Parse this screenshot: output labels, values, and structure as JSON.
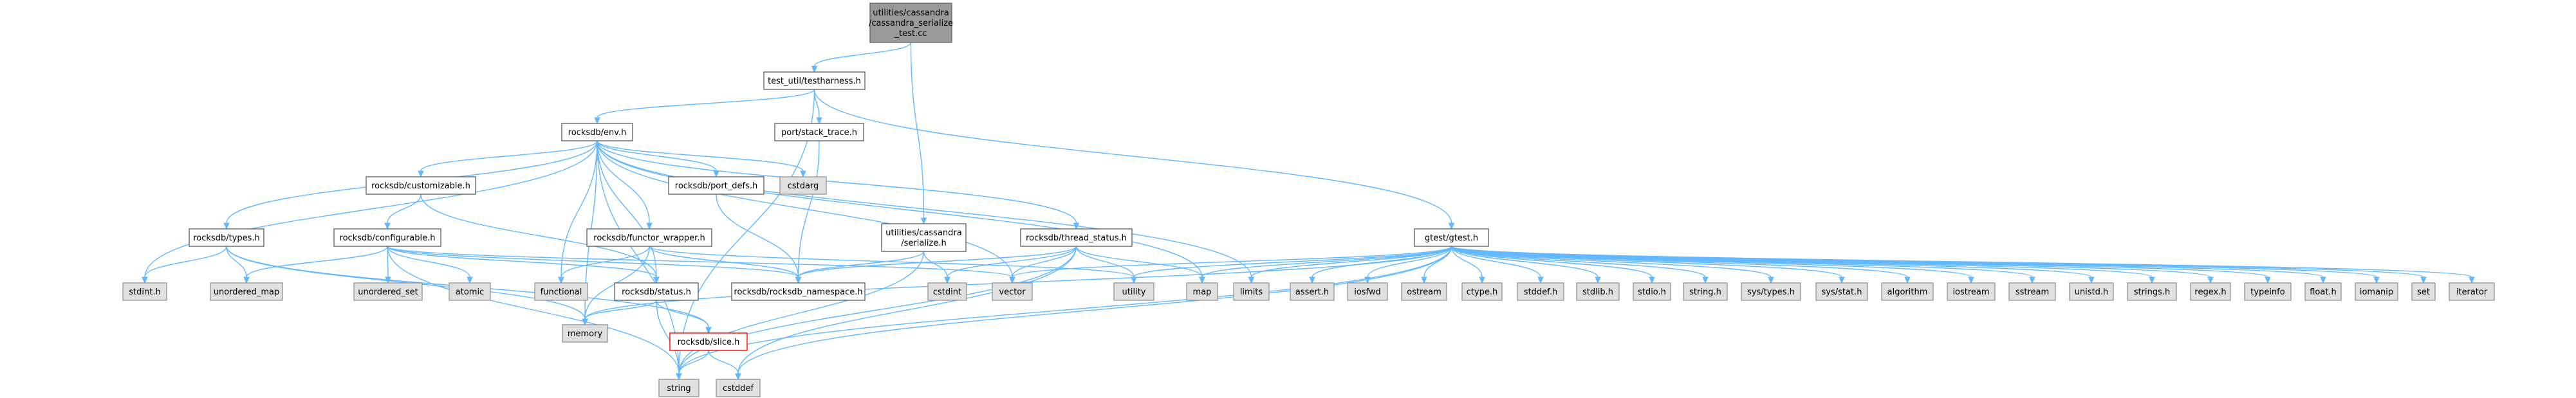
{
  "title": "utilities/cassandra/cassandra_serialize_test.cc",
  "colors": {
    "root_fill": "#999999",
    "root_stroke": "#666666",
    "file_fill": "#ffffff",
    "file_stroke": "#666666",
    "system_fill": "#e0e0e0",
    "system_stroke": "#999999",
    "highlight_stroke": "#ff0000",
    "edge": "#63b8ff",
    "text": "#000000"
  },
  "nodes": [
    {
      "id": "root",
      "lines": [
        "utilities/cassandra",
        "/cassandra_serialize",
        "_test.cc"
      ],
      "kind": "root"
    },
    {
      "id": "testharness",
      "lines": [
        "test_util/testharness.h"
      ],
      "kind": "file"
    },
    {
      "id": "env",
      "lines": [
        "rocksdb/env.h"
      ],
      "kind": "file"
    },
    {
      "id": "stack_trace",
      "lines": [
        "port/stack_trace.h"
      ],
      "kind": "file"
    },
    {
      "id": "gtest",
      "lines": [
        "gtest/gtest.h"
      ],
      "kind": "file"
    },
    {
      "id": "serialize",
      "lines": [
        "utilities/cassandra",
        "/serialize.h"
      ],
      "kind": "file"
    },
    {
      "id": "customizable",
      "lines": [
        "rocksdb/customizable.h"
      ],
      "kind": "file"
    },
    {
      "id": "types",
      "lines": [
        "rocksdb/types.h"
      ],
      "kind": "file"
    },
    {
      "id": "configurable",
      "lines": [
        "rocksdb/configurable.h"
      ],
      "kind": "file"
    },
    {
      "id": "functor_wrapper",
      "lines": [
        "rocksdb/functor_wrapper.h"
      ],
      "kind": "file"
    },
    {
      "id": "port_defs",
      "lines": [
        "rocksdb/port_defs.h"
      ],
      "kind": "file"
    },
    {
      "id": "thread_status",
      "lines": [
        "rocksdb/thread_status.h"
      ],
      "kind": "file"
    },
    {
      "id": "status",
      "lines": [
        "rocksdb/status.h"
      ],
      "kind": "file"
    },
    {
      "id": "namespace",
      "lines": [
        "rocksdb/rocksdb_namespace.h"
      ],
      "kind": "file"
    },
    {
      "id": "slice",
      "lines": [
        "rocksdb/slice.h"
      ],
      "kind": "highlight"
    },
    {
      "id": "cstdarg",
      "lines": [
        "cstdarg"
      ],
      "kind": "system"
    },
    {
      "id": "stdint",
      "lines": [
        "stdint.h"
      ],
      "kind": "system"
    },
    {
      "id": "unordered_map",
      "lines": [
        "unordered_map"
      ],
      "kind": "system"
    },
    {
      "id": "unordered_set",
      "lines": [
        "unordered_set"
      ],
      "kind": "system"
    },
    {
      "id": "atomic",
      "lines": [
        "atomic"
      ],
      "kind": "system"
    },
    {
      "id": "functional",
      "lines": [
        "functional"
      ],
      "kind": "system"
    },
    {
      "id": "memory",
      "lines": [
        "memory"
      ],
      "kind": "system"
    },
    {
      "id": "string",
      "lines": [
        "string"
      ],
      "kind": "system"
    },
    {
      "id": "cstddef",
      "lines": [
        "cstddef"
      ],
      "kind": "system"
    },
    {
      "id": "cstdint",
      "lines": [
        "cstdint"
      ],
      "kind": "system"
    },
    {
      "id": "vector",
      "lines": [
        "vector"
      ],
      "kind": "system"
    },
    {
      "id": "utility",
      "lines": [
        "utility"
      ],
      "kind": "system"
    },
    {
      "id": "map",
      "lines": [
        "map"
      ],
      "kind": "system"
    },
    {
      "id": "limits",
      "lines": [
        "limits"
      ],
      "kind": "system"
    },
    {
      "id": "assert",
      "lines": [
        "assert.h"
      ],
      "kind": "system"
    },
    {
      "id": "iosfwd",
      "lines": [
        "iosfwd"
      ],
      "kind": "system"
    },
    {
      "id": "ostream",
      "lines": [
        "ostream"
      ],
      "kind": "system"
    },
    {
      "id": "ctype",
      "lines": [
        "ctype.h"
      ],
      "kind": "system"
    },
    {
      "id": "stddef",
      "lines": [
        "stddef.h"
      ],
      "kind": "system"
    },
    {
      "id": "stdlib",
      "lines": [
        "stdlib.h"
      ],
      "kind": "system"
    },
    {
      "id": "stdio",
      "lines": [
        "stdio.h"
      ],
      "kind": "system"
    },
    {
      "id": "string_h",
      "lines": [
        "string.h"
      ],
      "kind": "system"
    },
    {
      "id": "sys_types",
      "lines": [
        "sys/types.h"
      ],
      "kind": "system"
    },
    {
      "id": "sys_stat",
      "lines": [
        "sys/stat.h"
      ],
      "kind": "system"
    },
    {
      "id": "algorithm",
      "lines": [
        "algorithm"
      ],
      "kind": "system"
    },
    {
      "id": "iostream",
      "lines": [
        "iostream"
      ],
      "kind": "system"
    },
    {
      "id": "sstream",
      "lines": [
        "sstream"
      ],
      "kind": "system"
    },
    {
      "id": "unistd",
      "lines": [
        "unistd.h"
      ],
      "kind": "system"
    },
    {
      "id": "strings",
      "lines": [
        "strings.h"
      ],
      "kind": "system"
    },
    {
      "id": "regex",
      "lines": [
        "regex.h"
      ],
      "kind": "system"
    },
    {
      "id": "typeinfo",
      "lines": [
        "typeinfo"
      ],
      "kind": "system"
    },
    {
      "id": "float",
      "lines": [
        "float.h"
      ],
      "kind": "system"
    },
    {
      "id": "iomanip",
      "lines": [
        "iomanip"
      ],
      "kind": "system"
    },
    {
      "id": "set",
      "lines": [
        "set"
      ],
      "kind": "system"
    },
    {
      "id": "iterator",
      "lines": [
        "iterator"
      ],
      "kind": "system"
    }
  ],
  "edges": [
    [
      "root",
      "testharness"
    ],
    [
      "root",
      "serialize"
    ],
    [
      "testharness",
      "env"
    ],
    [
      "testharness",
      "stack_trace"
    ],
    [
      "testharness",
      "gtest"
    ],
    [
      "testharness",
      "string"
    ],
    [
      "env",
      "customizable"
    ],
    [
      "env",
      "types"
    ],
    [
      "env",
      "functor_wrapper"
    ],
    [
      "env",
      "port_defs"
    ],
    [
      "env",
      "cstdarg"
    ],
    [
      "env",
      "thread_status"
    ],
    [
      "env",
      "status"
    ],
    [
      "env",
      "stdint"
    ],
    [
      "env",
      "functional"
    ],
    [
      "env",
      "memory"
    ],
    [
      "env",
      "string"
    ],
    [
      "env",
      "vector"
    ],
    [
      "env",
      "limits"
    ],
    [
      "env",
      "map"
    ],
    [
      "stack_trace",
      "namespace"
    ],
    [
      "customizable",
      "configurable"
    ],
    [
      "customizable",
      "status"
    ],
    [
      "types",
      "stdint"
    ],
    [
      "types",
      "unordered_map"
    ],
    [
      "types",
      "memory"
    ],
    [
      "types",
      "slice"
    ],
    [
      "configurable",
      "unordered_map"
    ],
    [
      "configurable",
      "unordered_set"
    ],
    [
      "configurable",
      "atomic"
    ],
    [
      "configurable",
      "namespace"
    ],
    [
      "configurable",
      "status"
    ],
    [
      "configurable",
      "string"
    ],
    [
      "configurable",
      "vector"
    ],
    [
      "functor_wrapper",
      "functional"
    ],
    [
      "functor_wrapper",
      "memory"
    ],
    [
      "functor_wrapper",
      "utility"
    ],
    [
      "functor_wrapper",
      "namespace"
    ],
    [
      "port_defs",
      "namespace"
    ],
    [
      "thread_status",
      "cstdint"
    ],
    [
      "thread_status",
      "vector"
    ],
    [
      "thread_status",
      "namespace"
    ],
    [
      "thread_status",
      "utility"
    ],
    [
      "thread_status",
      "map"
    ],
    [
      "thread_status",
      "string"
    ],
    [
      "thread_status",
      "cstddef"
    ],
    [
      "serialize",
      "namespace"
    ],
    [
      "serialize",
      "cstdint"
    ],
    [
      "serialize",
      "string"
    ],
    [
      "status",
      "memory"
    ],
    [
      "status",
      "slice"
    ],
    [
      "status",
      "string"
    ],
    [
      "slice",
      "string"
    ],
    [
      "slice",
      "cstddef"
    ],
    [
      "gtest",
      "vector"
    ],
    [
      "gtest",
      "utility"
    ],
    [
      "gtest",
      "map"
    ],
    [
      "gtest",
      "limits"
    ],
    [
      "gtest",
      "memory"
    ],
    [
      "gtest",
      "string"
    ],
    [
      "gtest",
      "cstddef"
    ],
    [
      "gtest",
      "assert"
    ],
    [
      "gtest",
      "iosfwd"
    ],
    [
      "gtest",
      "ostream"
    ],
    [
      "gtest",
      "ctype"
    ],
    [
      "gtest",
      "stddef"
    ],
    [
      "gtest",
      "stdlib"
    ],
    [
      "gtest",
      "stdio"
    ],
    [
      "gtest",
      "string_h"
    ],
    [
      "gtest",
      "sys_types"
    ],
    [
      "gtest",
      "sys_stat"
    ],
    [
      "gtest",
      "algorithm"
    ],
    [
      "gtest",
      "iostream"
    ],
    [
      "gtest",
      "sstream"
    ],
    [
      "gtest",
      "unistd"
    ],
    [
      "gtest",
      "strings"
    ],
    [
      "gtest",
      "regex"
    ],
    [
      "gtest",
      "typeinfo"
    ],
    [
      "gtest",
      "float"
    ],
    [
      "gtest",
      "iomanip"
    ],
    [
      "gtest",
      "set"
    ],
    [
      "gtest",
      "iterator"
    ]
  ]
}
